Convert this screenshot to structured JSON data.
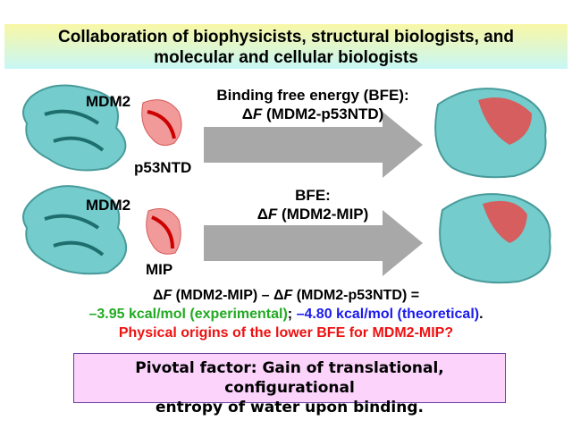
{
  "title": {
    "line1": "Collaboration of biophysicists, structural biologists, and",
    "line2": "molecular and cellular biologists"
  },
  "row1": {
    "protein_label": "MDM2",
    "ligand_label": "p53NTD",
    "arrow_text1": "Binding free energy (BFE):",
    "arrow_delta": "Δ",
    "arrow_F": "F",
    "arrow_text2": " (MDM2-p53NTD)"
  },
  "row2": {
    "protein_label": "MDM2",
    "ligand_label": "MIP",
    "arrow_text1": "BFE:",
    "arrow_delta": "Δ",
    "arrow_F": "F",
    "arrow_text2": " (MDM2-MIP)"
  },
  "equation": {
    "d1": "Δ",
    "f1": "F",
    "p1": " (MDM2-MIP) – ",
    "d2": "Δ",
    "f2": "F",
    "p2": " (MDM2-p53NTD) ="
  },
  "results": {
    "experimental": "–3.95 kcal/mol (experimental)",
    "sep": "; ",
    "theoretical": "–4.80 kcal/mol (theoretical)",
    "end": "."
  },
  "question": "Physical origins of the lower BFE for MDM2-MIP?",
  "conclusion": {
    "line1": "Pivotal factor: Gain of translational, configurational",
    "line2": "entropy of water upon binding."
  },
  "colors": {
    "protein": "#3fb3b3",
    "ligand": "#e84a4a",
    "experimental": "#22aa22",
    "theoretical": "#1a1aee",
    "question": "#ee1111"
  }
}
